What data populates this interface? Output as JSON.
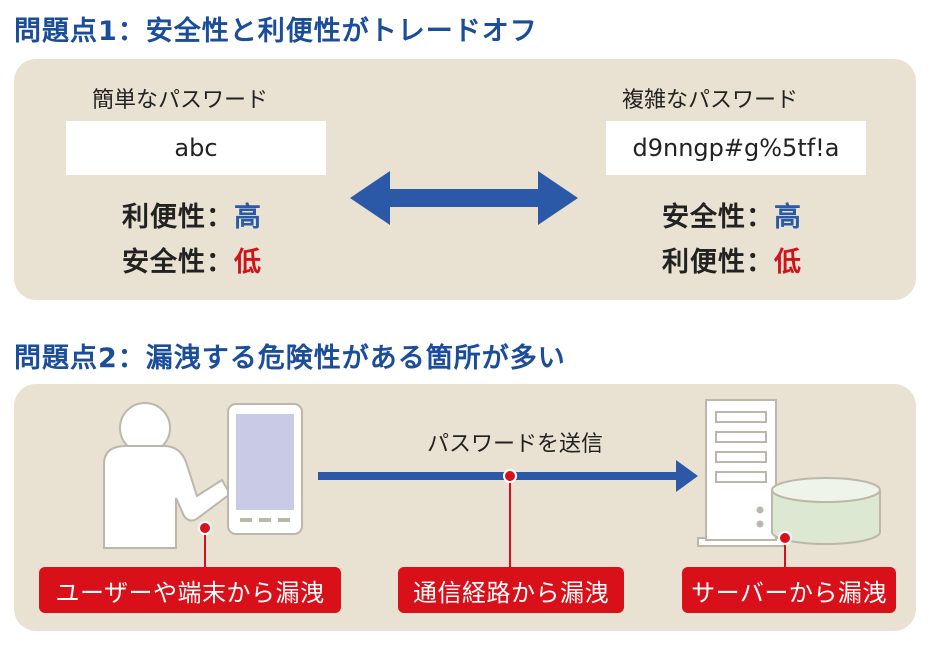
{
  "section1": {
    "title": "問題点1：安全性と利便性がトレードオフ",
    "simple": {
      "label": "簡単なパスワード",
      "password": "abc",
      "row1": {
        "name": "利便性",
        "sep": "：",
        "value": "高"
      },
      "row2": {
        "name": "安全性",
        "sep": "：",
        "value": "低"
      }
    },
    "complex": {
      "label": "複雑なパスワード",
      "password": "d9nngp#g%5tf!a",
      "row1": {
        "name": "安全性",
        "sep": "：",
        "value": "高"
      },
      "row2": {
        "name": "利便性",
        "sep": "：",
        "value": "低"
      }
    }
  },
  "section2": {
    "title": "問題点2：漏洩する危険性がある箇所が多い",
    "send_label": "パスワードを送信",
    "badges": {
      "user": "ユーザーや端末から漏洩",
      "route": "通信経路から漏洩",
      "server": "サーバーから漏洩"
    }
  },
  "colors": {
    "title_blue": "#1a4d9a",
    "arrow_blue": "#2b59a8",
    "alert_red": "#d9101a",
    "panel_beige": "#e9e2d2",
    "device_screen": "#c9cbe6",
    "db_green": "#dce8d2"
  }
}
